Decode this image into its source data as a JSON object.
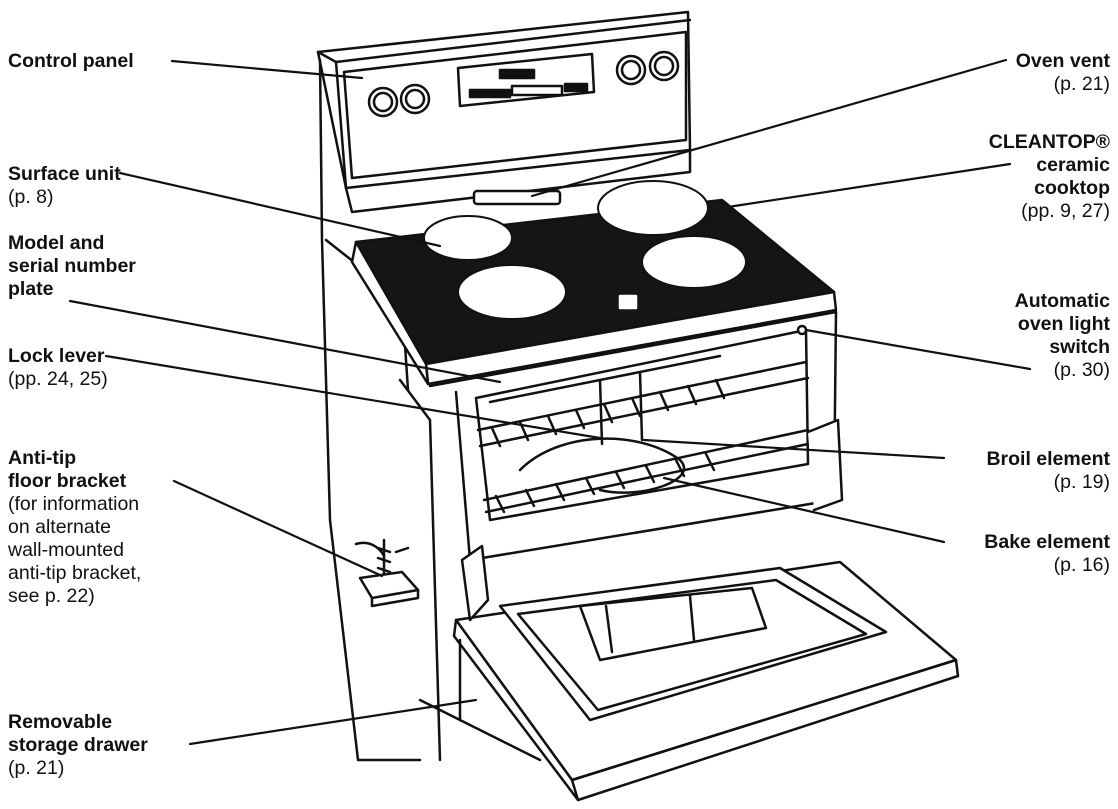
{
  "labels": {
    "control_panel": {
      "title": "Control panel",
      "page": ""
    },
    "surface_unit": {
      "title": "Surface unit",
      "page": "(p. 8)"
    },
    "model_plate": {
      "title": "Model and serial number plate",
      "title_lines": [
        "Model and",
        "serial number",
        "plate"
      ],
      "page": ""
    },
    "lock_lever": {
      "title": "Lock lever",
      "page": "(pp. 24, 25)"
    },
    "anti_tip": {
      "title_lines": [
        "Anti-tip",
        "floor bracket"
      ],
      "note_lines": [
        "(for information",
        "on alternate",
        "wall-mounted",
        "anti-tip bracket,",
        "see p. 22)"
      ]
    },
    "storage_drawer": {
      "title_lines": [
        "Removable",
        "storage drawer"
      ],
      "page": "(p. 21)"
    },
    "oven_vent": {
      "title": "Oven vent",
      "page": "(p. 21)"
    },
    "cooktop": {
      "title_lines": [
        "CLEANTOP®",
        "ceramic",
        "cooktop"
      ],
      "page": "(pp. 9, 27)"
    },
    "oven_light": {
      "title_lines": [
        "Automatic",
        "oven light",
        "switch"
      ],
      "page": "(p. 30)"
    },
    "broil": {
      "title": "Broil element",
      "page": "(p. 19)"
    },
    "bake": {
      "title": "Bake element",
      "page": "(p. 16)"
    }
  },
  "colors": {
    "ink": "#111111",
    "paper": "#ffffff",
    "cooktop": "#151515"
  }
}
